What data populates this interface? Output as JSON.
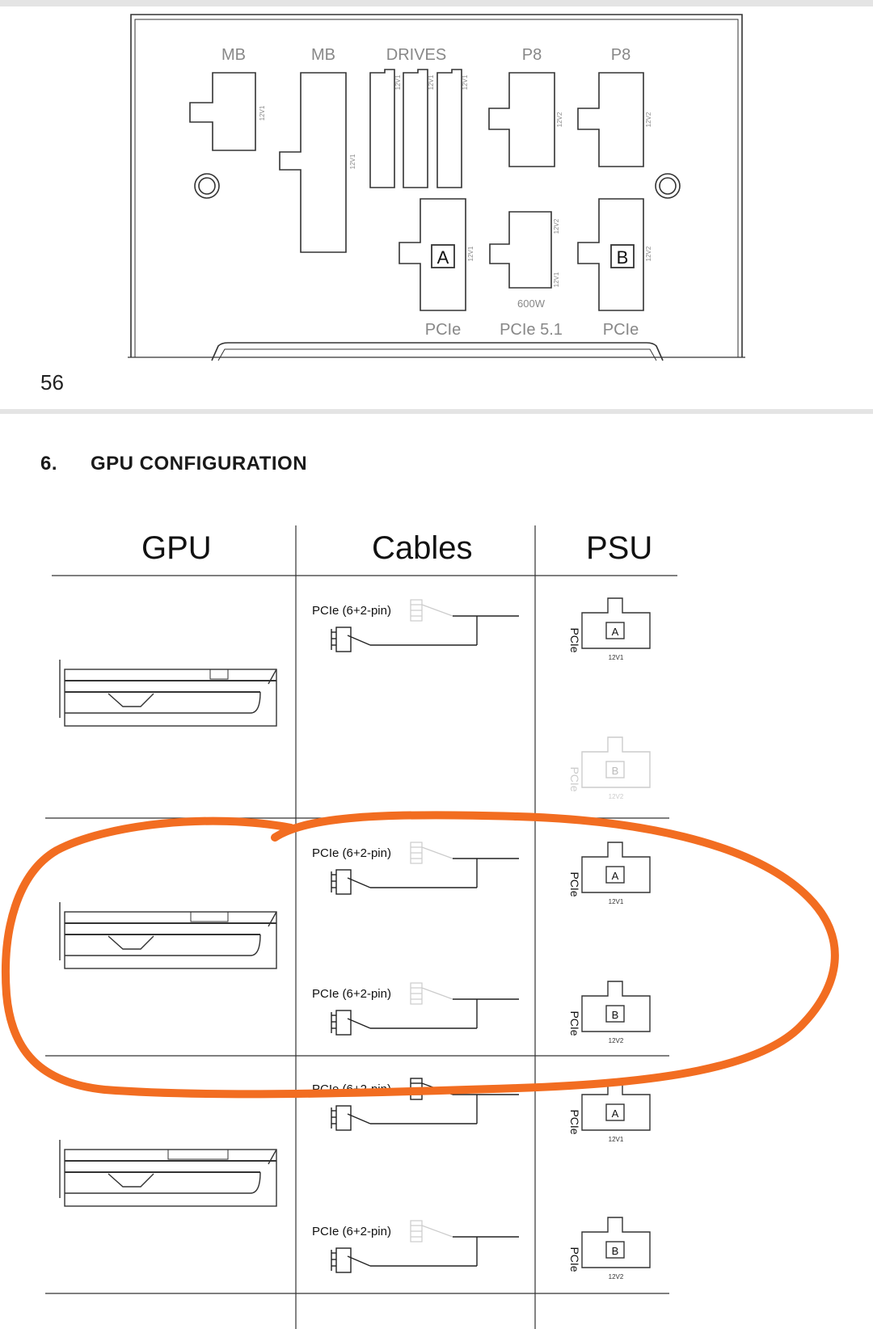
{
  "page_number": "56",
  "section": {
    "number": "6.",
    "title": "GPU CONFIGURATION"
  },
  "psu_panel": {
    "top_labels": [
      "MB",
      "MB",
      "DRIVES",
      "P8",
      "P8"
    ],
    "rail_12v1": "12V1",
    "rail_12v2": "12V2",
    "port_a": "A",
    "port_b": "B",
    "wattage": "600W",
    "bottom_labels": [
      "PCIe",
      "PCIe 5.1",
      "PCIe"
    ]
  },
  "table": {
    "headers": [
      "GPU",
      "Cables",
      "PSU"
    ],
    "cable_label": "PCIe (6+2-pin)",
    "psu_side_label": "PCIe",
    "rows": [
      {
        "cables": 1,
        "psu_a": "A",
        "psu_a_rail": "12V1",
        "psu_b": "B",
        "psu_b_rail": "12V2",
        "b_faded": true
      },
      {
        "cables": 2,
        "psu_a": "A",
        "psu_a_rail": "12V1",
        "psu_b": "B",
        "psu_b_rail": "12V2",
        "b_faded": false,
        "highlighted": true
      },
      {
        "cables": 2,
        "psu_a": "A",
        "psu_a_rail": "12V1",
        "psu_b": "B",
        "psu_b_rail": "12V2",
        "b_faded": false
      }
    ]
  },
  "colors": {
    "highlight": "#f26d21",
    "line": "#222222",
    "faded": "#c8c8c8"
  }
}
